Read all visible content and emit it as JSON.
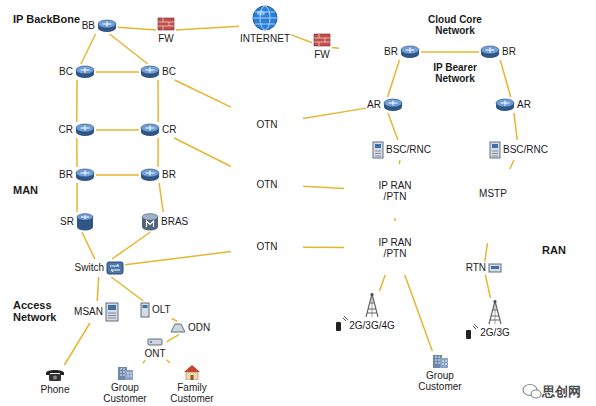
{
  "diagram": {
    "nodes": [
      {
        "text": [
          "IP BackBone"
        ]
      },
      {
        "text": [
          "BB"
        ],
        "in": 0
      },
      {
        "text": [
          "FW"
        ],
        "in": 0
      },
      {
        "text": [
          "BC"
        ],
        "in": 0
      },
      {
        "text": [
          "BC"
        ],
        "in": 0
      },
      {
        "text": [
          "INTERNET"
        ]
      },
      {
        "text": [
          "FW"
        ]
      },
      {
        "text": [
          "Cloud Core Network"
        ]
      },
      {
        "text": [
          "IP Bearer Network"
        ],
        "in": 7
      },
      {
        "text": [
          "BR"
        ],
        "in": 8
      },
      {
        "text": [
          "BR"
        ],
        "in": 8
      },
      {
        "text": [
          "AR"
        ],
        "in": 7
      },
      {
        "text": [
          "AR"
        ],
        "in": 7
      },
      {
        "text": [
          "MAN"
        ]
      },
      {
        "text": [
          "CR"
        ],
        "in": 13
      },
      {
        "text": [
          "CR"
        ],
        "in": 13
      },
      {
        "text": [
          "BR"
        ],
        "in": 13
      },
      {
        "text": [
          "BR"
        ],
        "in": 13
      },
      {
        "text": [
          "SR"
        ],
        "in": 13
      },
      {
        "text": [
          "BRAS"
        ],
        "in": 13
      },
      {
        "text": [
          "Switch"
        ],
        "in": 13
      },
      {
        "text": [
          "OTN"
        ]
      },
      {
        "text": [
          "OTN"
        ]
      },
      {
        "text": [
          "OTN"
        ]
      },
      {
        "text": [
          "RAN"
        ]
      },
      {
        "text": [
          "BSC/RNC"
        ],
        "in": 24
      },
      {
        "text": [
          "BSC/RNC"
        ],
        "in": 24
      },
      {
        "text": [
          "IP RAN /PTN"
        ],
        "in": 24
      },
      {
        "text": [
          "IP RAN /PTN"
        ],
        "in": 24
      },
      {
        "text": [
          "MSTP"
        ],
        "in": 24
      },
      {
        "text": [
          "RTN"
        ],
        "in": 24
      },
      {
        "text": [
          "2G/3G/4G"
        ],
        "in": 24
      },
      {
        "text": [
          "2G/3G"
        ],
        "in": 24
      },
      {
        "text": [
          "Group Customer"
        ],
        "in": 24
      },
      {
        "text": [
          "Access Network"
        ]
      },
      {
        "text": [
          "MSAN"
        ],
        "in": 34
      },
      {
        "text": [
          "OLT"
        ],
        "in": 34
      },
      {
        "text": [
          "ODN"
        ],
        "in": 34
      },
      {
        "text": [
          "ONT"
        ],
        "in": 34
      },
      {
        "text": [
          "Phone"
        ]
      },
      {
        "text": [
          "Group Customer"
        ]
      },
      {
        "text": [
          "Family Customer"
        ]
      }
    ],
    "edges": [
      {
        "from": 1,
        "to": 2,
        "arrow": "none"
      },
      {
        "from": 2,
        "to": 5,
        "arrow": "none"
      },
      {
        "from": 5,
        "to": 6,
        "arrow": "none"
      },
      {
        "from": 6,
        "to": 7,
        "arrow": "none"
      },
      {
        "from": 1,
        "to": 3,
        "arrow": "none"
      },
      {
        "from": 1,
        "to": 4,
        "arrow": "none"
      },
      {
        "from": 3,
        "to": 4,
        "arrow": "none"
      },
      {
        "from": 3,
        "to": 14,
        "arrow": "none"
      },
      {
        "from": 4,
        "to": 15,
        "arrow": "none"
      },
      {
        "from": 4,
        "to": 21,
        "arrow": "none"
      },
      {
        "from": 21,
        "to": 11,
        "arrow": "none"
      },
      {
        "from": 14,
        "to": 15,
        "arrow": "none"
      },
      {
        "from": 14,
        "to": 16,
        "arrow": "none"
      },
      {
        "from": 15,
        "to": 17,
        "arrow": "none"
      },
      {
        "from": 16,
        "to": 17,
        "arrow": "none"
      },
      {
        "from": 15,
        "to": 22,
        "arrow": "none"
      },
      {
        "from": 16,
        "to": 18,
        "arrow": "none"
      },
      {
        "from": 17,
        "to": 19,
        "arrow": "none"
      },
      {
        "from": 18,
        "to": 20,
        "arrow": "none"
      },
      {
        "from": 19,
        "to": 20,
        "arrow": "none"
      },
      {
        "from": 20,
        "to": 23,
        "arrow": "none"
      },
      {
        "from": 20,
        "to": 35,
        "arrow": "none"
      },
      {
        "from": 20,
        "to": 36,
        "arrow": "none"
      },
      {
        "from": 35,
        "to": 39,
        "arrow": "none"
      },
      {
        "from": 36,
        "to": 37,
        "arrow": "none"
      },
      {
        "from": 37,
        "to": 38,
        "arrow": "none"
      },
      {
        "from": 38,
        "to": 40,
        "arrow": "none"
      },
      {
        "from": 38,
        "to": 41,
        "arrow": "none"
      },
      {
        "from": 22,
        "to": 27,
        "arrow": "none"
      },
      {
        "from": 23,
        "to": 28,
        "arrow": "none"
      },
      {
        "from": 9,
        "to": 10,
        "arrow": "none"
      },
      {
        "from": 9,
        "to": 11,
        "arrow": "none"
      },
      {
        "from": 10,
        "to": 12,
        "arrow": "none"
      },
      {
        "from": 11,
        "to": 25,
        "arrow": "none"
      },
      {
        "from": 12,
        "to": 26,
        "arrow": "none"
      },
      {
        "from": 25,
        "to": 27,
        "arrow": "none"
      },
      {
        "from": 27,
        "to": 28,
        "arrow": "none"
      },
      {
        "from": 26,
        "to": 29,
        "arrow": "none"
      },
      {
        "from": 28,
        "to": 31,
        "arrow": "none"
      },
      {
        "from": 28,
        "to": 33,
        "arrow": "none"
      },
      {
        "from": 29,
        "to": 30,
        "arrow": "none"
      },
      {
        "from": 30,
        "to": 32,
        "arrow": "none"
      }
    ],
    "labels": [
      "思创网"
    ]
  }
}
